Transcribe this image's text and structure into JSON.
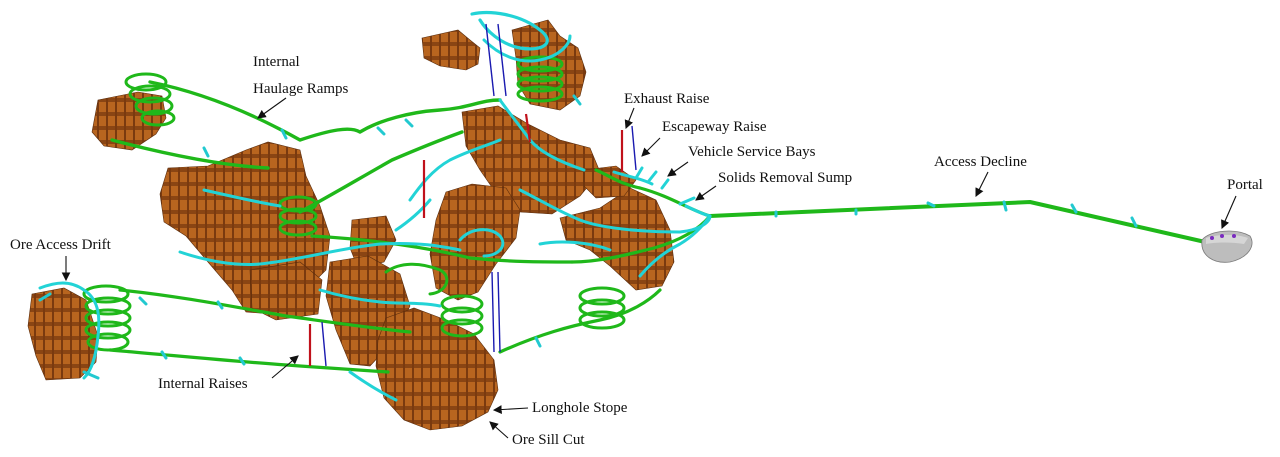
{
  "labels": {
    "internal_haulage_ramps_1": "Internal",
    "internal_haulage_ramps_2": "Haulage Ramps",
    "exhaust_raise": "Exhaust Raise",
    "escapeway_raise": "Escapeway Raise",
    "vehicle_service_bays": "Vehicle Service Bays",
    "solids_removal_sump": "Solids Removal Sump",
    "access_decline": "Access Decline",
    "portal": "Portal",
    "ore_access_drift": "Ore Access Drift",
    "internal_raises": "Internal Raises",
    "longhole_stope": "Longhole Stope",
    "ore_sill_cut": "Ore Sill Cut"
  },
  "colors": {
    "stope": "#b5621f",
    "stope_dark": "#6e3510",
    "ramp": "#1fb81a",
    "drift": "#22d3d6",
    "exhaust_raise": "#c0111b",
    "escapeway_raise": "#1a1ab0",
    "portal": "#b9b9b9"
  }
}
